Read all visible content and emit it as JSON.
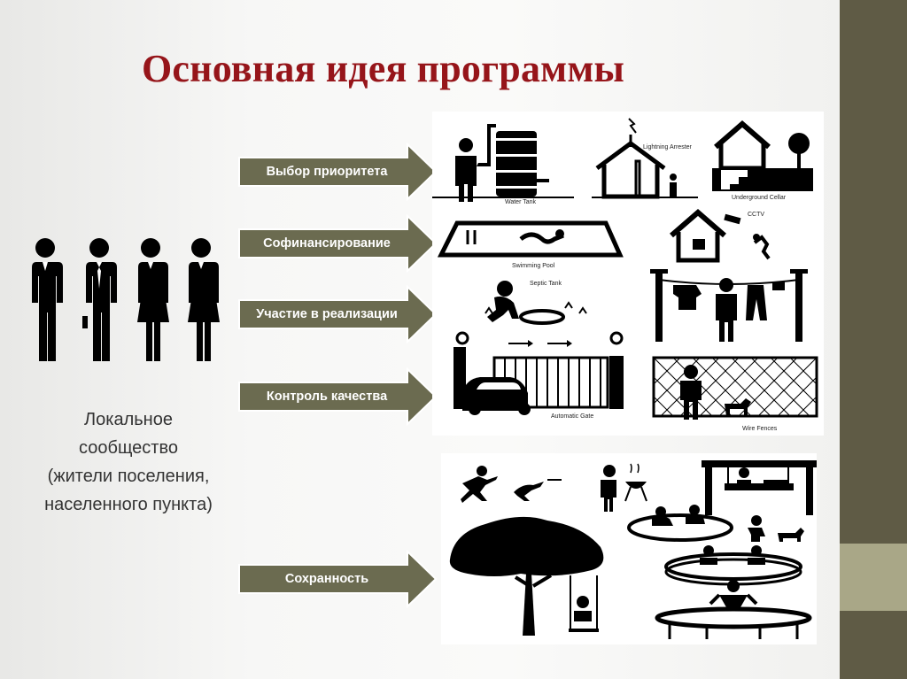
{
  "title": "Основная идея программы",
  "arrows": [
    {
      "label": "Выбор приоритета"
    },
    {
      "label": "Софинансирование"
    },
    {
      "label": "Участие в реализации"
    },
    {
      "label": "Контроль качества"
    },
    {
      "label": "Сохранность"
    }
  ],
  "community": {
    "line1": "Локальное",
    "line2": "сообщество",
    "line3": "(жители поселения,",
    "line4": "населенного пункта)"
  },
  "captions": {
    "water_tank": "Water Tank",
    "lightning": "Lightning Arrester",
    "cellar": "Underground Cellar",
    "pool": "Swimming Pool",
    "cctv": "CCTV",
    "septic": "Septic Tank",
    "gate": "Automatic Gate",
    "fence": "Wire Fences"
  },
  "colors": {
    "title": "#96151a",
    "arrow": "#6b6b50",
    "sidebar_dark": "#5f5b45",
    "sidebar_light": "#a9a787"
  }
}
